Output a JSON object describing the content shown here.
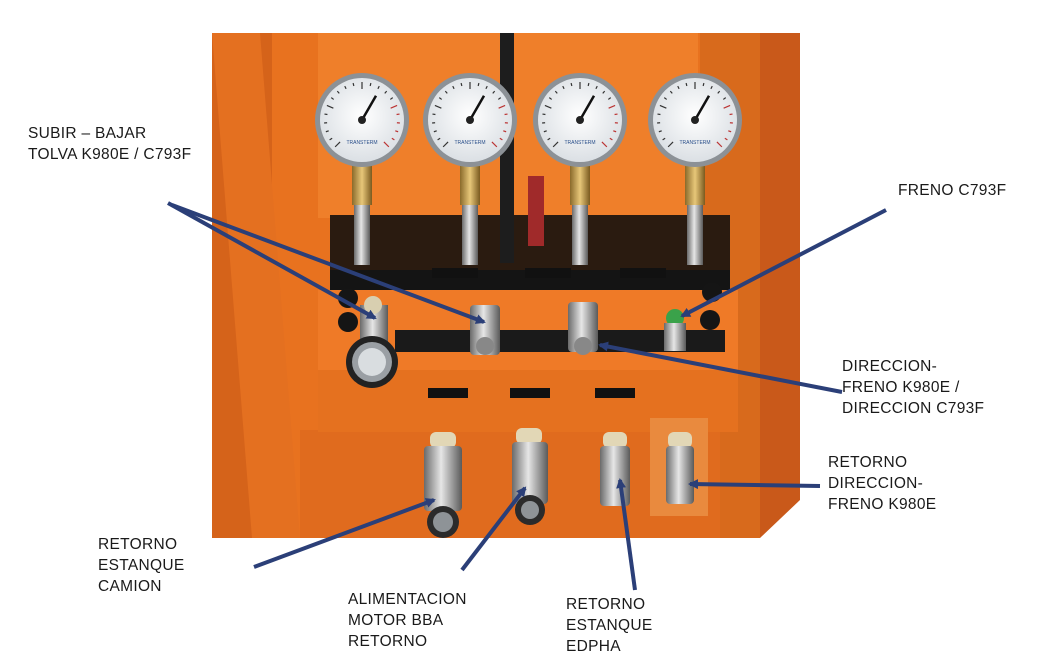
{
  "colors": {
    "machine_orange": "#e8721f",
    "panel_dark": "#1c1c1c",
    "arrow_blue": "#2b3f78",
    "text": "#1a1a1a"
  },
  "gauges": [
    {
      "brand": "TRANSTERM"
    },
    {
      "brand": "TRANSTERM"
    },
    {
      "brand": "TRANSTERM"
    },
    {
      "brand": "TRANSTERM"
    }
  ],
  "labels": {
    "subir_bajar": [
      "SUBIR – BAJAR",
      "TOLVA K980E / C793F"
    ],
    "freno": [
      "FRENO C793F"
    ],
    "direccion_freno": [
      "DIRECCION-",
      "FRENO K980E /",
      "DIRECCION C793F"
    ],
    "retorno_direccion": [
      "RETORNO",
      "DIRECCION-",
      "FRENO K980E"
    ],
    "retorno_camion": [
      "RETORNO",
      "ESTANQUE",
      "CAMION"
    ],
    "alimentacion": [
      "ALIMENTACION",
      "MOTOR BBA",
      "RETORNO"
    ],
    "retorno_edpha": [
      "RETORNO",
      "ESTANQUE",
      "EDPHA"
    ]
  }
}
